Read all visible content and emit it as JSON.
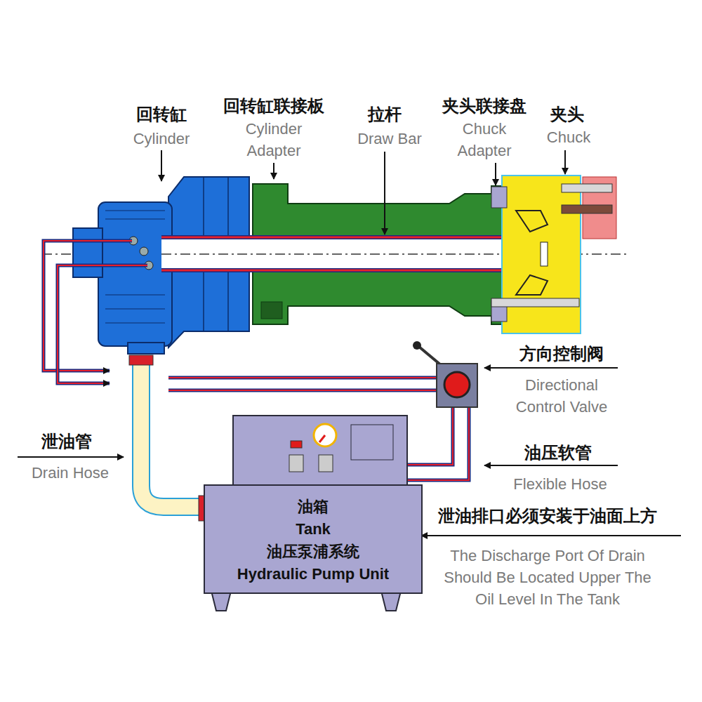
{
  "diagram": {
    "nodes": [
      {
        "text": [
          "油箱",
          "Tank",
          "油压泵浦系统",
          "Hydraulic Pump Unit"
        ]
      }
    ],
    "labels": [
      "回转缸",
      "Cylinder",
      "回转缸联接板",
      "Cylinder Adapter",
      "拉杆",
      "Draw Bar",
      "夹头联接盘",
      "Chuck Adapter",
      "夹头",
      "Chuck",
      "方向控制阀",
      "Directional Control Valve",
      "油压软管",
      "Flexible Hose",
      "泄油管",
      "Drain Hose",
      "泄油排口必须安装于油面上方",
      "The Discharge Port Of Drain Should Be Located Upper The Oil Level In The Tank"
    ]
  }
}
